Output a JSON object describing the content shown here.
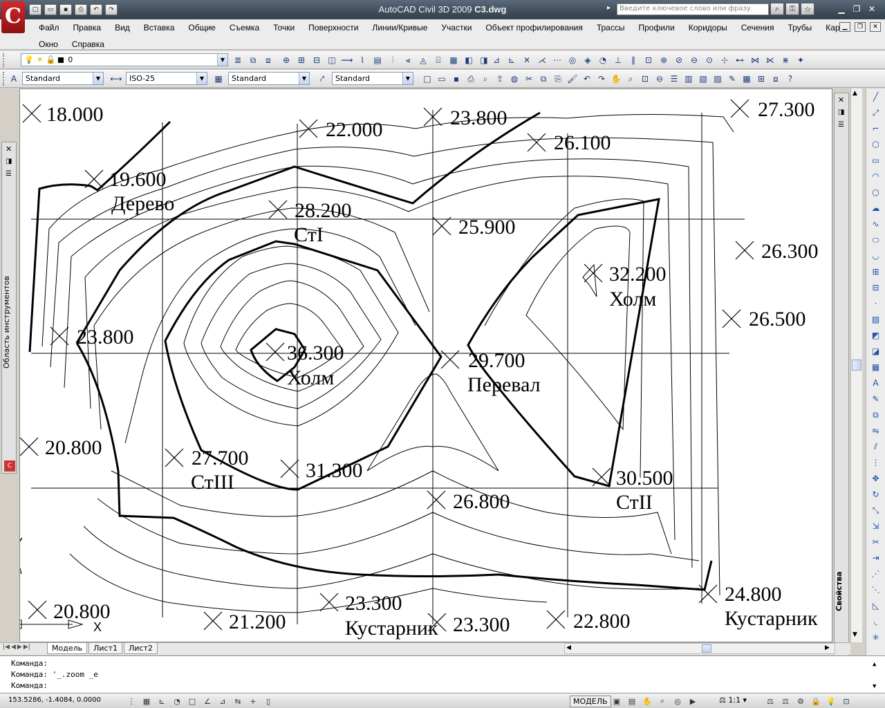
{
  "window": {
    "app_title": "AutoCAD Civil 3D 2009",
    "file_name": "C3.dwg",
    "search_placeholder": "Введите ключевое слово или фразу"
  },
  "menu": {
    "row1": [
      "Файл",
      "Правка",
      "Вид",
      "Вставка",
      "Общие",
      "Съемка",
      "Точки",
      "Поверхности",
      "Линии/Кривые",
      "Участки",
      "Объект профилирования",
      "Трассы",
      "Профили",
      "Коридоры",
      "Сечения",
      "Трубы",
      "Карта"
    ],
    "row2": [
      "Окно",
      "Справка"
    ]
  },
  "toolbar1": {
    "layer_value": "0"
  },
  "toolbar2": {
    "text_style": "Standard",
    "dim_style": "ISO-25",
    "table_style": "Standard",
    "multileader_style": "Standard"
  },
  "drawing": {
    "spot_labels": [
      {
        "value": "18.000",
        "note": ""
      },
      {
        "value": "22.000",
        "note": ""
      },
      {
        "value": "23.800",
        "note": ""
      },
      {
        "value": "27.300",
        "note": ""
      },
      {
        "value": "26.100",
        "note": ""
      },
      {
        "value": "19.600",
        "note": "Дерево"
      },
      {
        "value": "28.200",
        "note": "СтI"
      },
      {
        "value": "25.900",
        "note": ""
      },
      {
        "value": "26.300",
        "note": ""
      },
      {
        "value": "32.200",
        "note": "Холм"
      },
      {
        "value": "26.500",
        "note": ""
      },
      {
        "value": "23.800",
        "note": ""
      },
      {
        "value": "36.300",
        "note": "Холм"
      },
      {
        "value": "29.700",
        "note": "Перевал"
      },
      {
        "value": "20.800",
        "note": ""
      },
      {
        "value": "27.700",
        "note": "СтIII"
      },
      {
        "value": "31.300",
        "note": ""
      },
      {
        "value": "30.500",
        "note": "СтII"
      },
      {
        "value": "26.800",
        "note": ""
      },
      {
        "value": "24.800",
        "note": "Кустарник"
      },
      {
        "value": "23.300",
        "note": "Кустарник"
      },
      {
        "value": "20.800",
        "note": ""
      },
      {
        "value": "21.200",
        "note": ""
      },
      {
        "value": "23.300",
        "note": ""
      },
      {
        "value": "22.800",
        "note": ""
      }
    ],
    "ucs": {
      "y_label": "Y",
      "x_label": "X"
    }
  },
  "left_palette": {
    "title": "Область инструментов"
  },
  "right_palette": {
    "title": "Свойства"
  },
  "layout_tabs": [
    "Модель",
    "Лист1",
    "Лист2"
  ],
  "command_lines": [
    "Команда:",
    "Команда: '_.zoom _e",
    "Команда:"
  ],
  "status": {
    "coordinates": "153.5286, -1.4084, 0.0000",
    "model_label": "МОДЕЛЬ",
    "annotation_scale": "1:1"
  }
}
